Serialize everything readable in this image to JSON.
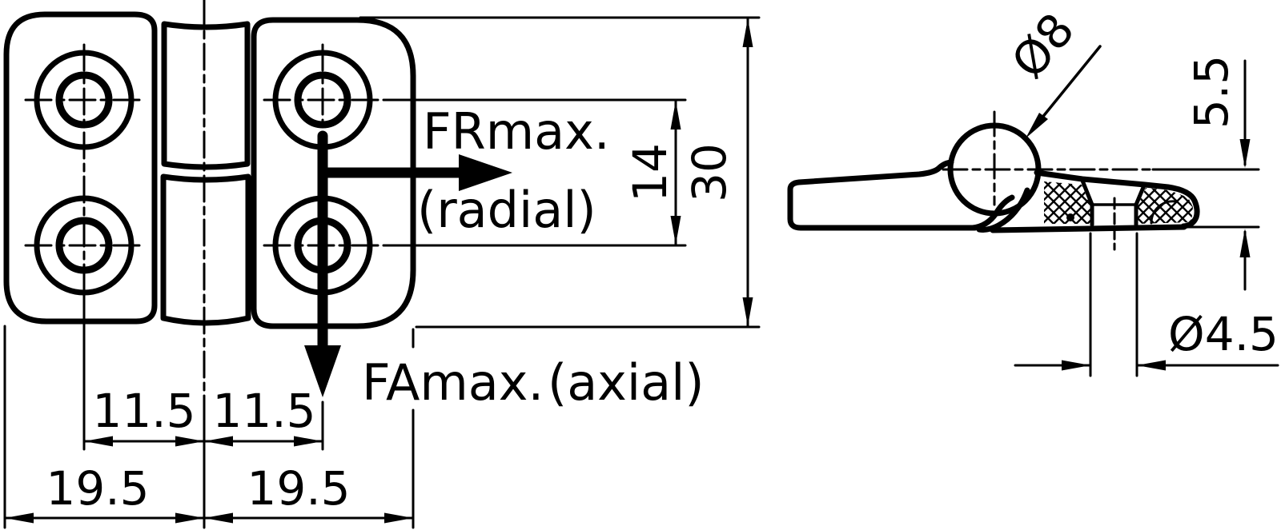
{
  "drawing": {
    "background": "#ffffff",
    "line_color": "#000000",
    "front_view": {
      "force_radial": {
        "label": "FRmax.",
        "qualifier": "(radial)"
      },
      "force_axial": {
        "label": "FAmax.",
        "qualifier": "(axial)"
      },
      "dim_hole_offset_left": "11.5",
      "dim_hole_offset_right": "11.5",
      "dim_half_width_left": "19.5",
      "dim_half_width_right": "19.5",
      "dim_hole_row_spacing": "14",
      "dim_overall_height": "30"
    },
    "side_view": {
      "dim_pin_diameter": "Ø8",
      "dim_pin_axis_height": "5.5",
      "dim_screw_hole_diameter": "Ø4.5"
    }
  }
}
